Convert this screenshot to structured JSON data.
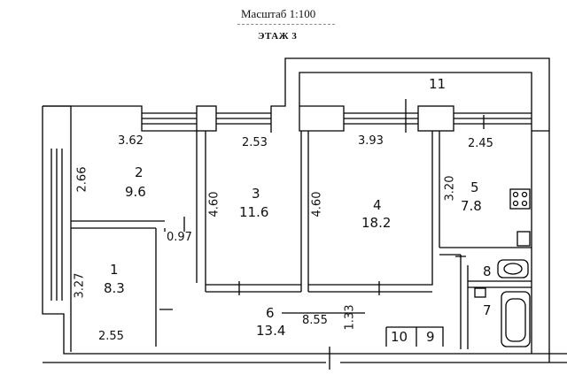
{
  "header": {
    "scale": "Масштаб 1:100",
    "floor": "ЭТАЖ 3"
  },
  "rooms": [
    {
      "number": "1",
      "area": "8.3"
    },
    {
      "number": "2",
      "area": "9.6"
    },
    {
      "number": "3",
      "area": "11.6"
    },
    {
      "number": "4",
      "area": "18.2"
    },
    {
      "number": "5",
      "area": "7.8"
    },
    {
      "number": "6",
      "area": "13.4"
    },
    {
      "number": "7"
    },
    {
      "number": "8"
    },
    {
      "number": "9"
    },
    {
      "number": "10"
    },
    {
      "number": "11"
    }
  ],
  "dimensions": {
    "d362": "3.62",
    "d253": "2.53",
    "d393": "3.93",
    "d245": "2.45",
    "d266": "2.66",
    "d460a": "4.60",
    "d460b": "4.60",
    "d320": "3.20",
    "d097": "0.97",
    "d327": "3.27",
    "d255": "2.55",
    "d855": "8.55",
    "d133": "1.33"
  },
  "colors": {
    "wall": "#000000",
    "background": "#ffffff"
  }
}
